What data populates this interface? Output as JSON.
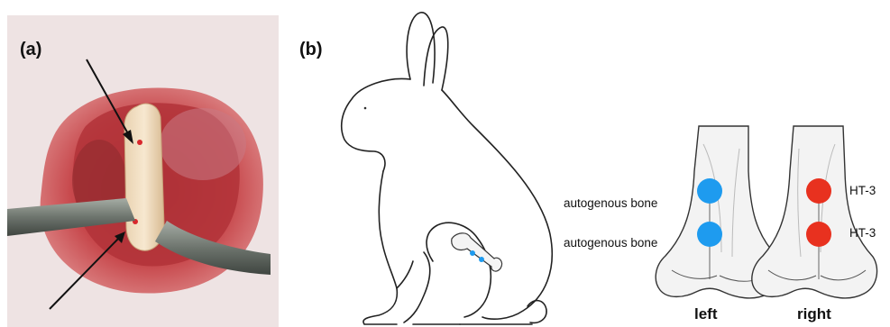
{
  "panel_a": {
    "label": "(a)"
  },
  "panel_b": {
    "label": "(b)",
    "left_bone": {
      "caption": "left",
      "defect_top_label": "autogenous bone",
      "defect_bottom_label": "autogenous bone",
      "defect_color": "#1E9BEF"
    },
    "right_bone": {
      "caption": "right",
      "defect_top_label": "HT-3",
      "defect_bottom_label": "HT-3",
      "defect_color": "#E8311F"
    }
  }
}
